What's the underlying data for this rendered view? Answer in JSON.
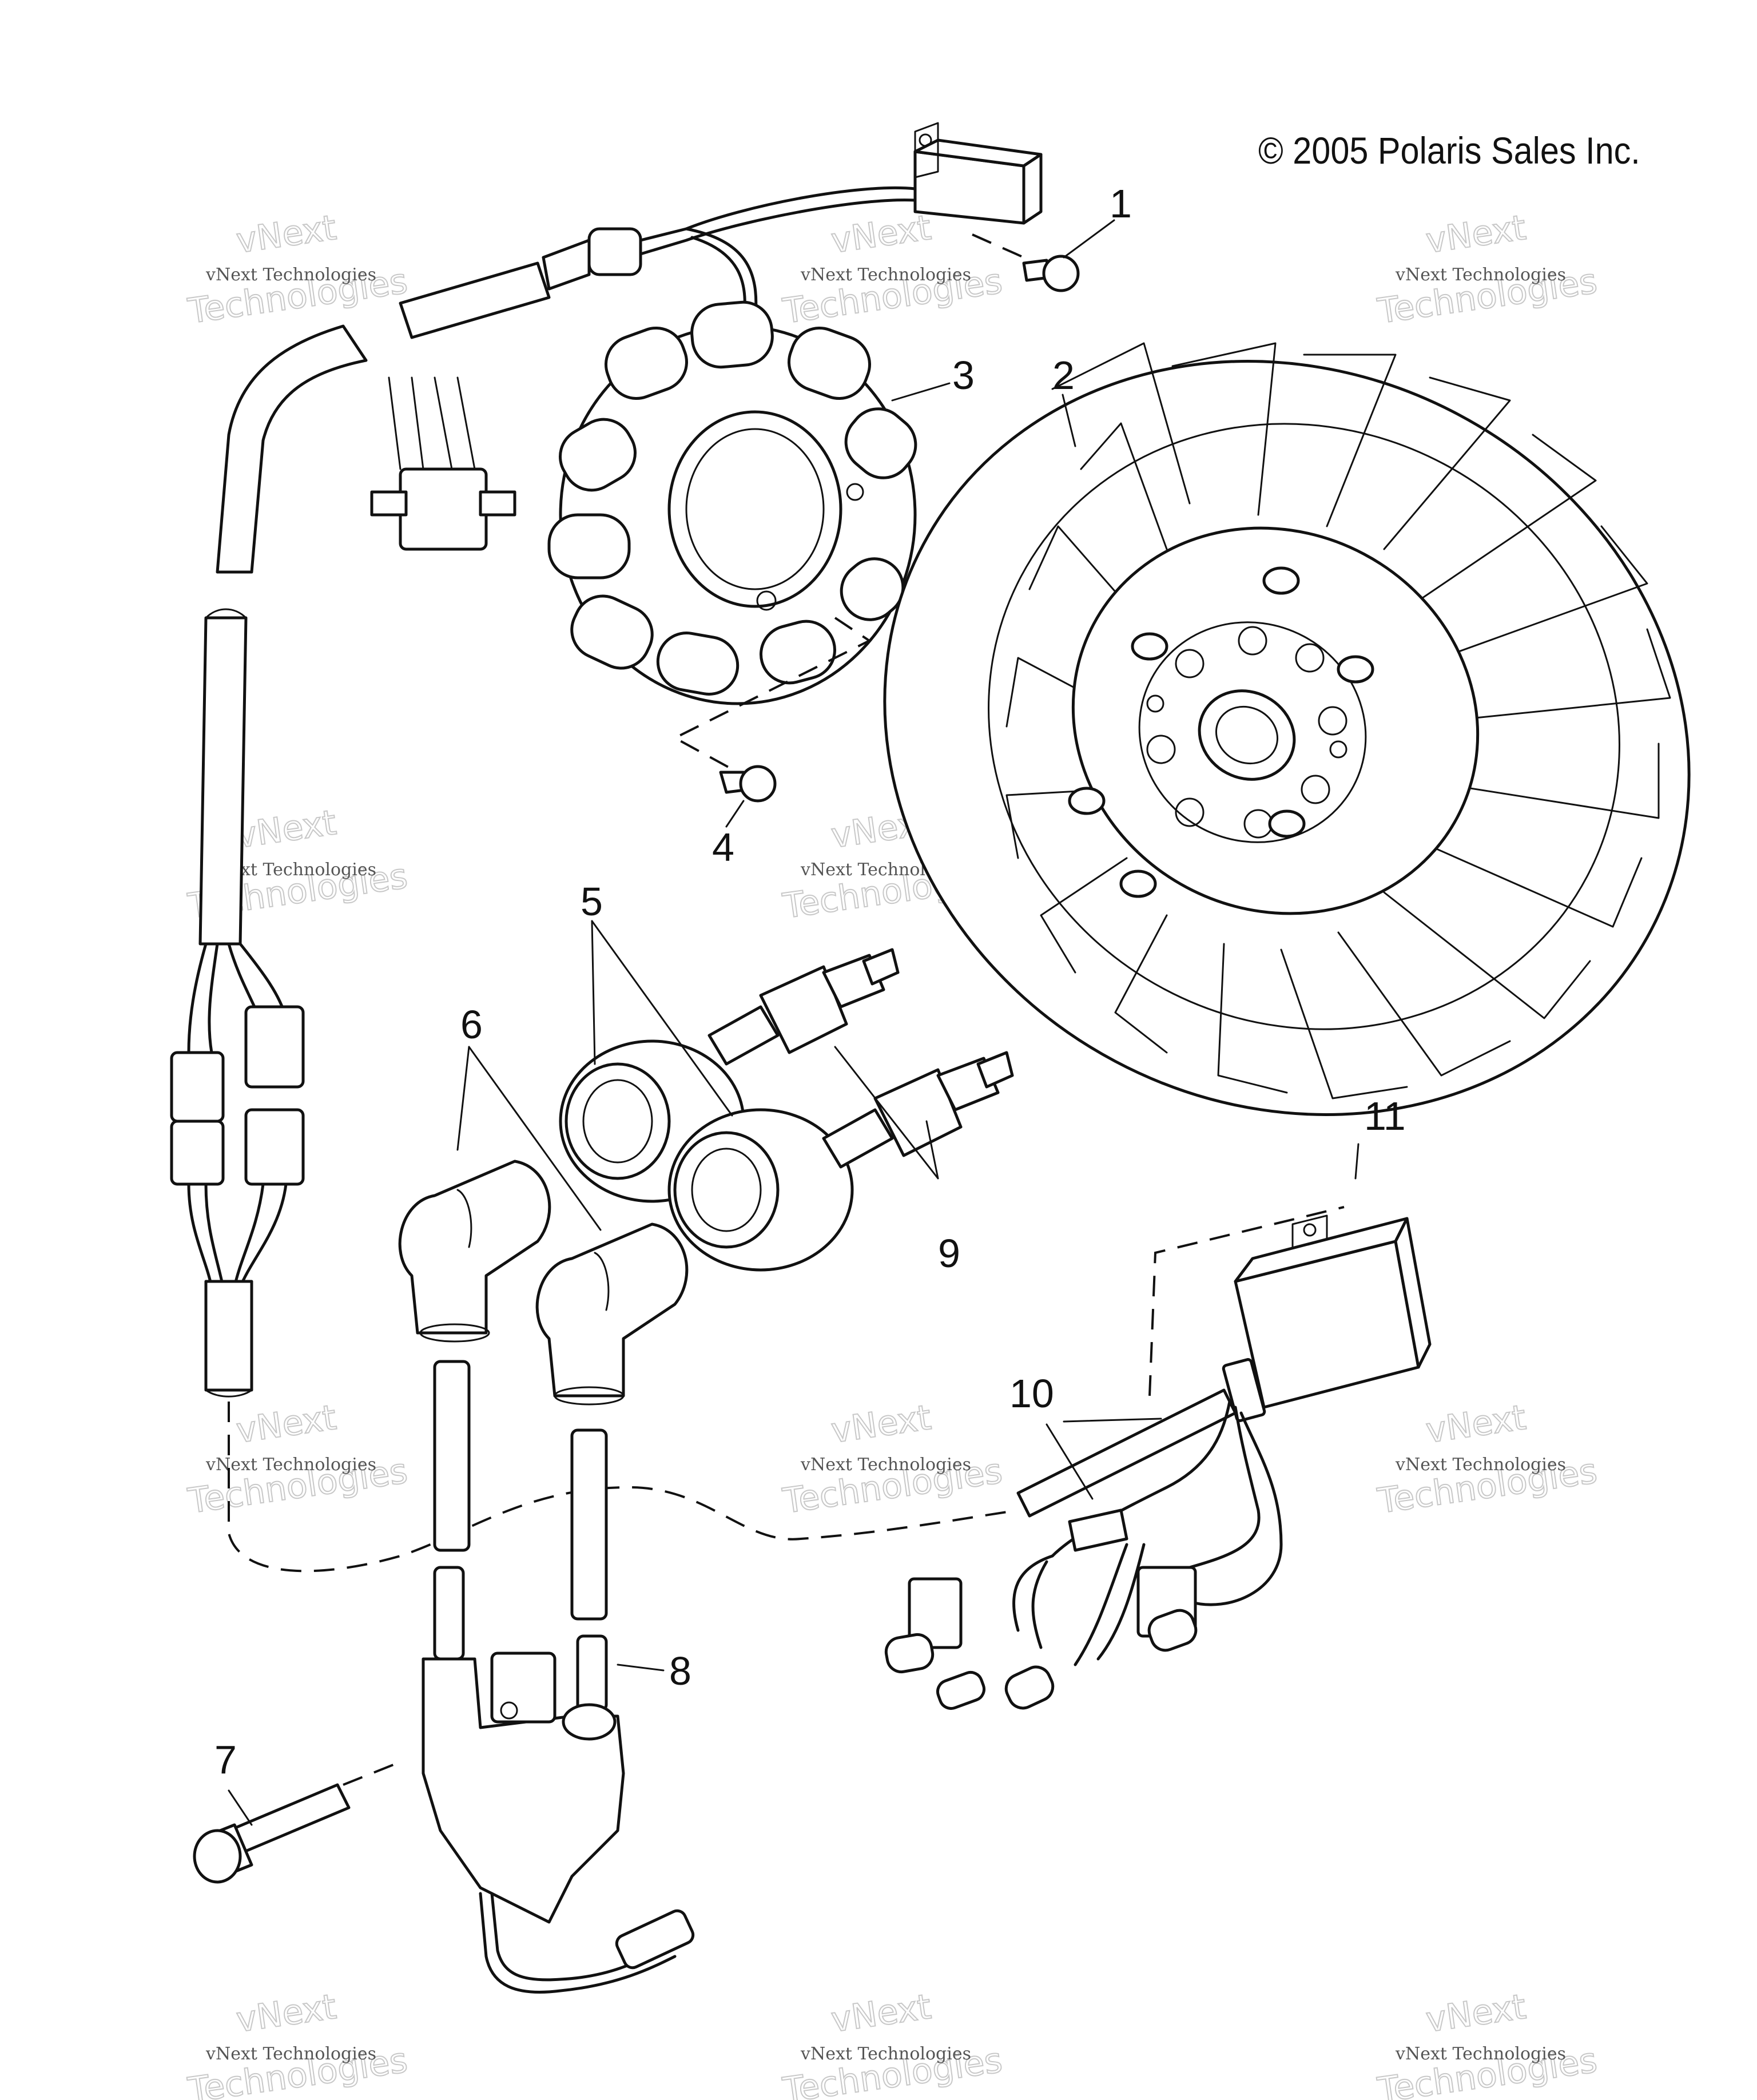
{
  "copyright": "© 2005 Polaris Sales Inc.",
  "watermark": {
    "line1": "vNext Technologies",
    "line2": "vNext",
    "line3": "Technologies"
  },
  "callouts": [
    "1",
    "2",
    "3",
    "4",
    "5",
    "6",
    "7",
    "8",
    "9",
    "10",
    "11"
  ],
  "parts": [
    "harness-connector-bracket",
    "flywheel",
    "stator",
    "stator-screw",
    "spark-plug-boot-seal",
    "spark-plug-cap",
    "ignition-coil-bolt",
    "high-tension-lead",
    "spark-plug",
    "wire-harness",
    "cdi-module"
  ]
}
